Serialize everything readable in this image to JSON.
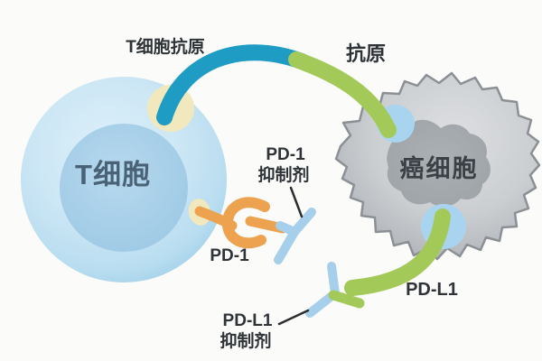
{
  "diagram": {
    "labels": {
      "t_cell_antigen": "T细胞抗原",
      "antigen": "抗原",
      "t_cell": "T细胞",
      "cancer_cell": "癌细胞",
      "pd1": "PD-1",
      "pd1_inhibitor_line1": "PD-1",
      "pd1_inhibitor_line2": "抑制剂",
      "pdl1": "PD-L1",
      "pdl1_inhibitor_line1": "PD-L1",
      "pdl1_inhibitor_line2": "抑制剂"
    },
    "colors": {
      "tcr_teal": "#1f9cc4",
      "antigen_green": "#a3ca58",
      "pd1_orange": "#eca24e",
      "antibody_blue": "#a6cfeb",
      "membrane_cream": "#f2e8bd",
      "crescent_blue": "#a9d4ef",
      "cancer_rim": "#8b9095",
      "label_dark": "#2e3338",
      "t_cell_text": "#4a6275",
      "cancer_text": "#3b4046",
      "pointer_line": "#2b2e30"
    }
  }
}
